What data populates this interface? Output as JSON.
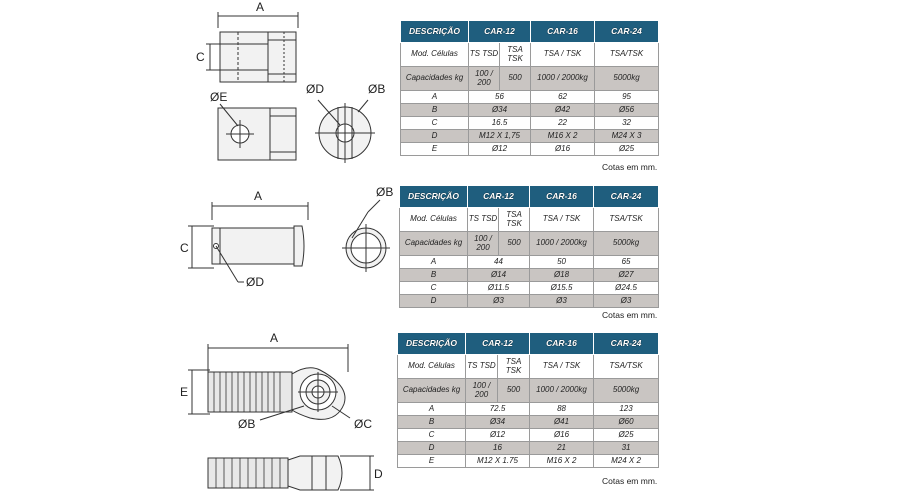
{
  "note": "Cotas em mm.",
  "drawings": {
    "d1": {
      "a": "A",
      "b": "ØB",
      "c": "C",
      "d": "ØD",
      "e": "ØE"
    },
    "d2": {
      "a": "A",
      "b": "ØB",
      "c": "C",
      "d": "ØD"
    },
    "d3": {
      "a": "A",
      "b": "ØB",
      "c": "ØC",
      "d": "D",
      "e": "E"
    }
  },
  "tables": [
    {
      "headers": [
        "DESCRIÇÃO",
        "CAR-12",
        "CAR-16",
        "CAR-24"
      ],
      "model_row": {
        "label": "Mod. Células",
        "c12a": "TS TSD",
        "c12b": "TSA TSK",
        "c16": "TSA / TSK",
        "c24": "TSA/TSK"
      },
      "cap_row": {
        "label": "Capacidades kg",
        "c12a": "100 / 200",
        "c12b": "500",
        "c16": "1000 / 2000kg",
        "c24": "5000kg"
      },
      "rows": [
        {
          "label": "A",
          "v12": "56",
          "v16": "62",
          "v24": "95"
        },
        {
          "label": "B",
          "v12": "Ø34",
          "v16": "Ø42",
          "v24": "Ø56"
        },
        {
          "label": "C",
          "v12": "16.5",
          "v16": "22",
          "v24": "32"
        },
        {
          "label": "D",
          "v12": "M12 X 1,75",
          "v16": "M16 X 2",
          "v24": "M24 X 3"
        },
        {
          "label": "E",
          "v12": "Ø12",
          "v16": "Ø16",
          "v24": "Ø25"
        }
      ]
    },
    {
      "headers": [
        "DESCRIÇÃO",
        "CAR-12",
        "CAR-16",
        "CAR-24"
      ],
      "model_row": {
        "label": "Mod. Células",
        "c12a": "TS TSD",
        "c12b": "TSA TSK",
        "c16": "TSA / TSK",
        "c24": "TSA/TSK"
      },
      "cap_row": {
        "label": "Capacidades kg",
        "c12a": "100 / 200",
        "c12b": "500",
        "c16": "1000 / 2000kg",
        "c24": "5000kg"
      },
      "rows": [
        {
          "label": "A",
          "v12": "44",
          "v16": "50",
          "v24": "65"
        },
        {
          "label": "B",
          "v12": "Ø14",
          "v16": "Ø18",
          "v24": "Ø27"
        },
        {
          "label": "C",
          "v12": "Ø11.5",
          "v16": "Ø15.5",
          "v24": "Ø24.5"
        },
        {
          "label": "D",
          "v12": "Ø3",
          "v16": "Ø3",
          "v24": "Ø3"
        }
      ]
    },
    {
      "headers": [
        "DESCRIÇÃO",
        "CAR-12",
        "CAR-16",
        "CAR-24"
      ],
      "model_row": {
        "label": "Mod. Células",
        "c12a": "TS TSD",
        "c12b": "TSA TSK",
        "c16": "TSA / TSK",
        "c24": "TSA/TSK"
      },
      "cap_row": {
        "label": "Capacidades kg",
        "c12a": "100 / 200",
        "c12b": "500",
        "c16": "1000 / 2000kg",
        "c24": "5000kg"
      },
      "rows": [
        {
          "label": "A",
          "v12": "72.5",
          "v16": "88",
          "v24": "123"
        },
        {
          "label": "B",
          "v12": "Ø34",
          "v16": "Ø41",
          "v24": "Ø60"
        },
        {
          "label": "C",
          "v12": "Ø12",
          "v16": "Ø16",
          "v24": "Ø25"
        },
        {
          "label": "D",
          "v12": "16",
          "v16": "21",
          "v24": "31"
        },
        {
          "label": "E",
          "v12": "M12 X 1.75",
          "v16": "M16 X 2",
          "v24": "M24 X 2"
        }
      ]
    }
  ]
}
